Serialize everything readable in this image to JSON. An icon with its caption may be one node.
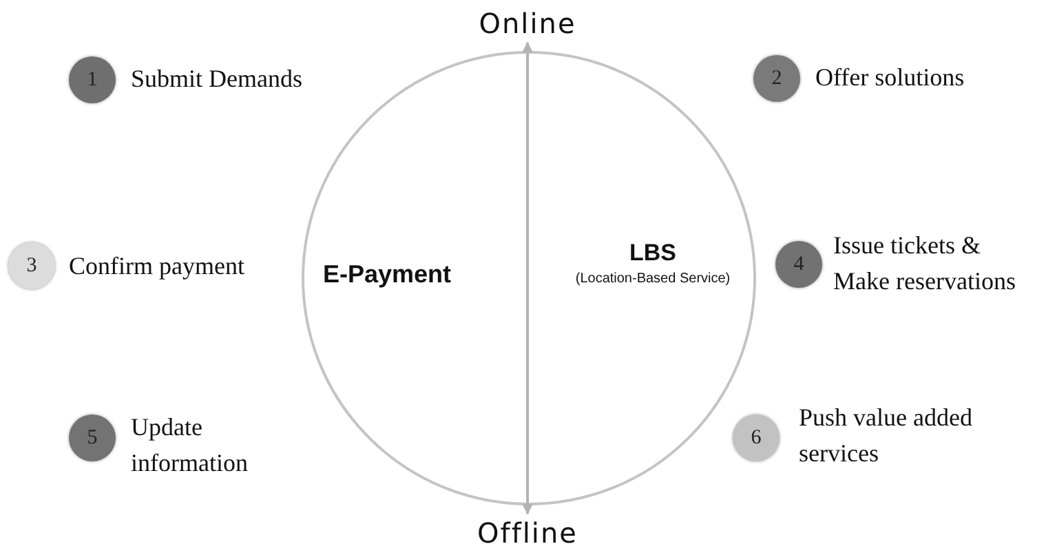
{
  "diagram": {
    "nodes": [
      {
        "text": [
          "Online"
        ]
      },
      {
        "text": [
          "E-Payment"
        ]
      },
      {
        "text": [
          "LBS",
          "(Location-Based Service)"
        ]
      },
      {
        "text": [
          "1"
        ],
        "beside": [
          "Submit Demands"
        ]
      },
      {
        "text": [
          "2"
        ],
        "beside": [
          "Offer solutions"
        ]
      },
      {
        "text": [
          "3"
        ],
        "beside": [
          "Confirm payment"
        ]
      },
      {
        "text": [
          "4"
        ],
        "beside": [
          "Issue tickets & Make reservations"
        ]
      },
      {
        "text": [
          "5"
        ],
        "beside": [
          "Update information"
        ]
      },
      {
        "text": [
          "6"
        ],
        "beside": [
          "Push value added services"
        ]
      },
      {
        "text": [
          "Offline"
        ]
      }
    ],
    "edges": [
      {
        "from": 0,
        "to": 9,
        "arrow": "both",
        "color": "#b3b3b3"
      }
    ]
  }
}
